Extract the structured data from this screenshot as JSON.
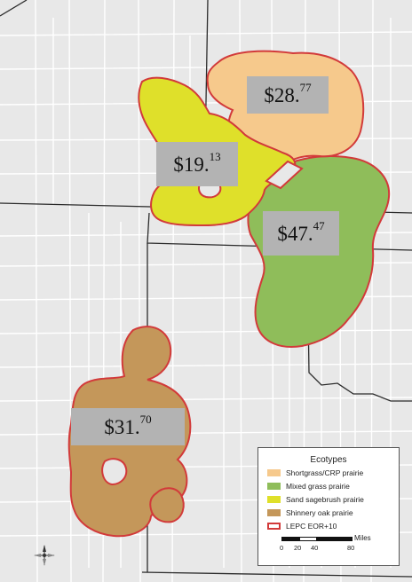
{
  "map": {
    "colors": {
      "background": "#e8e8e8",
      "county_lines": "#ffffff",
      "state_lines": "#2b2b2b",
      "eor_outline": "#d23a3a",
      "shortgrass_crp_prairie": "#f6c98c",
      "mixed_grass_prairie": "#8fbd5a",
      "sand_sagebrush_prairie": "#dfe02a",
      "shinnery_oak_prairie": "#c4975a",
      "price_label_bg": "#b3b3b3"
    },
    "price_labels": [
      {
        "id": "shortgrass-crp",
        "dollars": "$28.",
        "cents": "77"
      },
      {
        "id": "sand-sagebrush",
        "dollars": "$19.",
        "cents": "13"
      },
      {
        "id": "mixed-grass",
        "dollars": "$47.",
        "cents": "47"
      },
      {
        "id": "shinnery-oak",
        "dollars": "$31.",
        "cents": "70"
      }
    ]
  },
  "legend": {
    "title": "Ecotypes",
    "items": [
      {
        "label": "Shortgrass/CRP prairie",
        "color": "#f6c98c"
      },
      {
        "label": "Mixed grass prairie",
        "color": "#8fbd5a"
      },
      {
        "label": "Sand sagebrush prairie",
        "color": "#dfe02a"
      },
      {
        "label": "Shinnery oak prairie",
        "color": "#c4975a"
      },
      {
        "label": "LEPC EOR+10",
        "color": "#d23a3a"
      }
    ],
    "scale": {
      "units": "Miles",
      "ticks": [
        "0",
        "20",
        "40",
        "80"
      ]
    }
  },
  "north_arrow": {
    "icon": "north-arrow-icon"
  }
}
